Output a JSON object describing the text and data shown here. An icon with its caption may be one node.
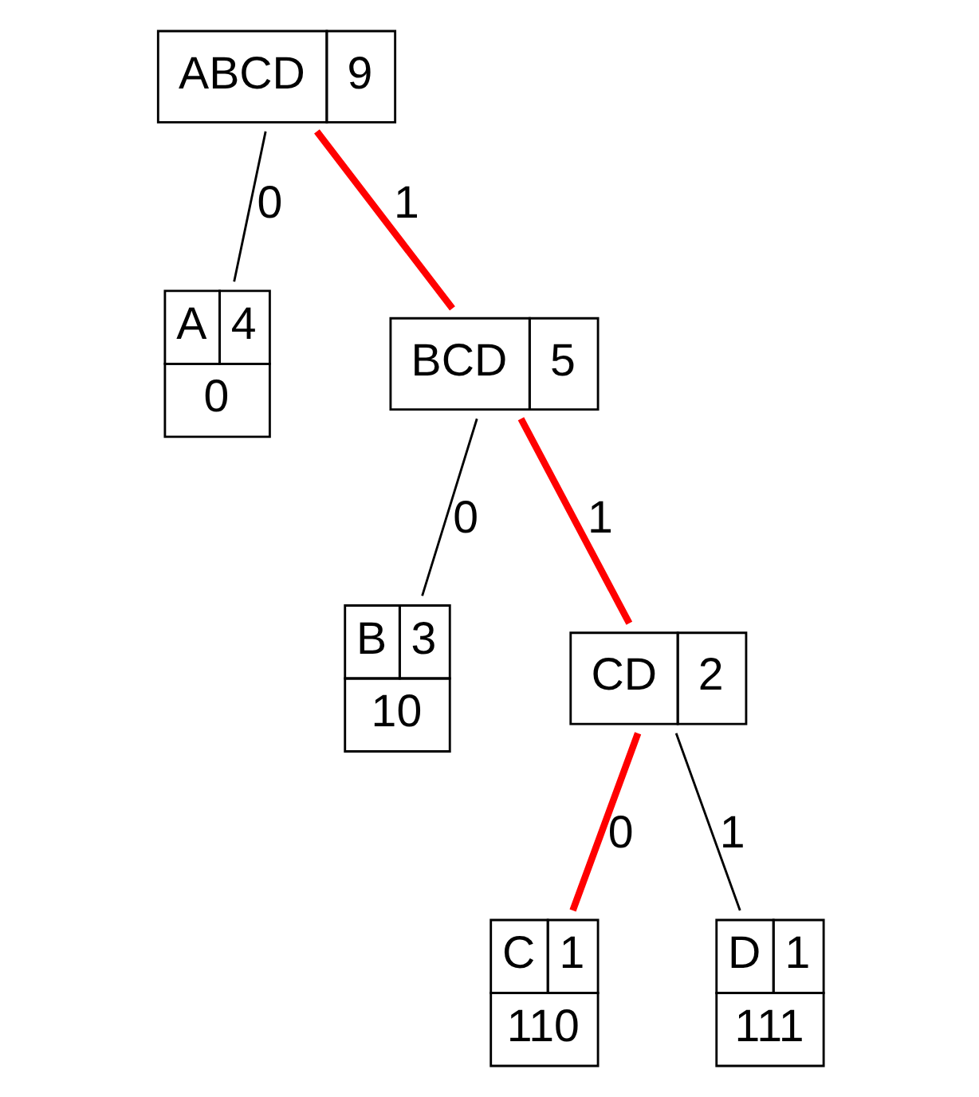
{
  "diagram": {
    "nodes": [
      {
        "text": [
          "ABCD",
          "9"
        ]
      },
      {
        "text": [
          "A",
          "4",
          "0"
        ]
      },
      {
        "text": [
          "BCD",
          "5"
        ]
      },
      {
        "text": [
          "B",
          "3",
          "10"
        ]
      },
      {
        "text": [
          "CD",
          "2"
        ]
      },
      {
        "text": [
          "C",
          "1",
          "110"
        ]
      },
      {
        "text": [
          "D",
          "1",
          "111"
        ]
      }
    ],
    "edges": [
      {
        "from": 0,
        "to": 1,
        "arrow": "none",
        "label": "0"
      },
      {
        "from": 0,
        "to": 2,
        "arrow": "none",
        "label": "1",
        "color": "#ff0000",
        "style": "thick"
      },
      {
        "from": 2,
        "to": 3,
        "arrow": "none",
        "label": "0"
      },
      {
        "from": 2,
        "to": 4,
        "arrow": "none",
        "label": "1",
        "color": "#ff0000",
        "style": "thick"
      },
      {
        "from": 4,
        "to": 5,
        "arrow": "none",
        "label": "0",
        "color": "#ff0000",
        "style": "thick"
      },
      {
        "from": 4,
        "to": 6,
        "arrow": "none",
        "label": "1"
      }
    ]
  }
}
